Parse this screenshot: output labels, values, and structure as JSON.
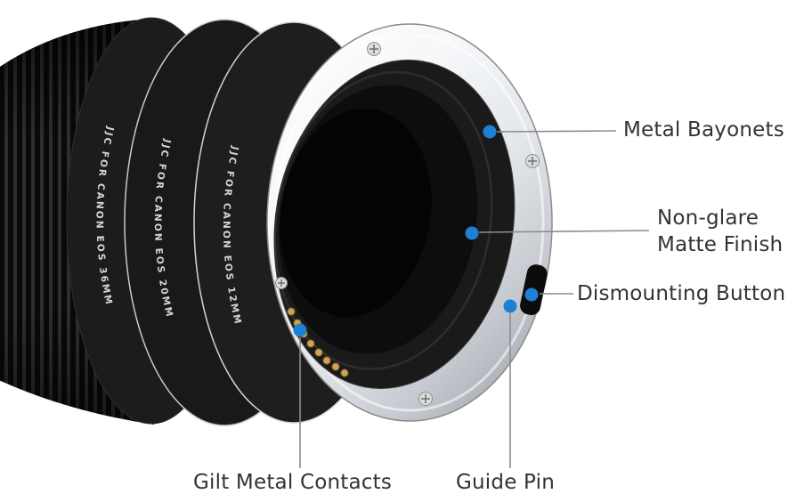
{
  "product": {
    "rings": [
      {
        "label": "JJC FOR CANON EOS 36MM"
      },
      {
        "label": "JJC FOR CANON EOS 20MM"
      },
      {
        "label": "JJC FOR CANON EOS 12MM"
      }
    ]
  },
  "annotations": {
    "metal_bayonets": "Metal Bayonets",
    "non_glare_line1": "Non-glare",
    "non_glare_line2": "Matte Finish",
    "dismounting_button": "Dismounting Button",
    "gilt_metal_contacts": "Gilt Metal Contacts",
    "guide_pin": "Guide Pin"
  },
  "colors": {
    "marker_blue": "#1e80d4",
    "leader_line": "#8c8c8c",
    "label_text": "#333333",
    "contact_gold": "#cfa355"
  }
}
